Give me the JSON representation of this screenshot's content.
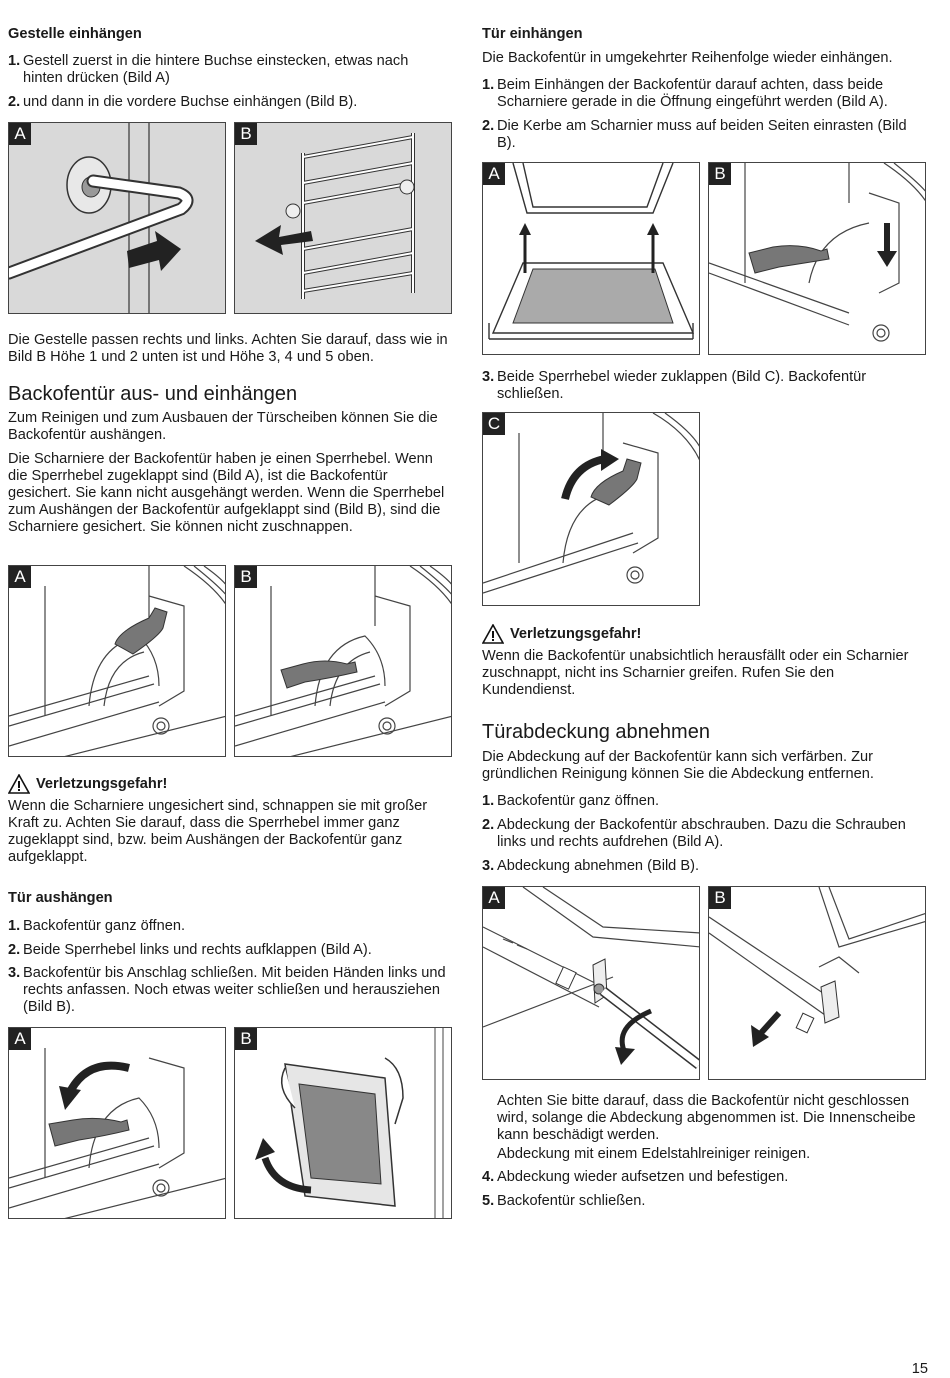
{
  "left": {
    "racks_heading": "Gestelle einhängen",
    "racks_steps": [
      {
        "n": "1.",
        "text": "Gestell zuerst in die hintere Buchse einstecken, etwas nach hinten drücken (Bild A)"
      },
      {
        "n": "2.",
        "text": "und dann in die vordere Buchse einhängen (Bild B)."
      }
    ],
    "racks_note": "Die Gestelle passen rechts und links. Achten Sie darauf, dass wie in Bild B Höhe 1 und 2 unten ist und Höhe 3, 4 und 5 oben.",
    "door_heading": "Backofentür aus- und einhängen",
    "door_intro": "Zum Reinigen und zum Ausbauen der Türscheiben können Sie die Backofentür aushängen.",
    "door_hinges": "Die Scharniere der Backofentür haben je einen Sperrhebel. Wenn die Sperrhebel zugeklappt sind (Bild A), ist die Backofentür gesichert. Sie kann nicht ausgehängt werden. Wenn die Sperrhebel zum Aushängen der Backofentür aufgeklappt sind (Bild B), sind die Scharniere gesichert. Sie können nicht zuschnappen.",
    "warning_title": "Verletzungsgefahr!",
    "warning_text": "Wenn die Scharniere ungesichert sind, schnappen sie mit großer Kraft zu. Achten Sie darauf, dass die Sperrhebel immer ganz zugeklappt sind, bzw. beim Aushängen der Backofentür ganz aufgeklappt.",
    "remove_heading": "Tür aushängen",
    "remove_steps": [
      {
        "n": "1.",
        "text": "Backofentür ganz öffnen."
      },
      {
        "n": "2.",
        "text": "Beide Sperrhebel links und rechts aufklappen (Bild A)."
      },
      {
        "n": "3.",
        "text": "Backofentür bis Anschlag schließen. Mit beiden Händen links und rechts anfassen. Noch etwas weiter schließen und herausziehen (Bild B)."
      }
    ]
  },
  "right": {
    "attach_heading": "Tür einhängen",
    "attach_intro": "Die Backofentür in umgekehrter Reihenfolge wieder einhängen.",
    "attach_steps": [
      {
        "n": "1.",
        "text": "Beim Einhängen der Backofentür darauf achten, dass beide Scharniere gerade in die Öffnung eingeführt werden (Bild A)."
      },
      {
        "n": "2.",
        "text": "Die Kerbe am Scharnier muss auf beiden Seiten einrasten (Bild B)."
      },
      {
        "n": "3.",
        "text": "Beide Sperrhebel wieder zuklappen (Bild C). Backofentür schließen."
      }
    ],
    "warning_title": "Verletzungsgefahr!",
    "warning_text": "Wenn die Backofentür unabsichtlich herausfällt oder ein Scharnier zuschnappt, nicht ins Scharnier greifen. Rufen Sie den Kundendienst.",
    "cover_heading": "Türabdeckung abnehmen",
    "cover_intro": "Die Abdeckung auf der Backofentür kann sich verfärben. Zur gründlichen Reinigung können Sie die Abdeckung entfernen.",
    "cover_steps": [
      {
        "n": "1.",
        "text": "Backofentür ganz öffnen."
      },
      {
        "n": "2.",
        "text": "Abdeckung der Backofentür abschrauben. Dazu die Schrauben links und rechts aufdrehen (Bild A)."
      },
      {
        "n": "3.",
        "text": "Abdeckung abnehmen (Bild B)."
      }
    ],
    "cover_note1": "Achten Sie bitte darauf, dass die Backofentür nicht geschlossen wird, solange die Abdeckung abgenommen ist. Die Innenscheibe kann beschädigt werden.",
    "cover_note2": "Abdeckung mit einem Edelstahlreiniger reinigen.",
    "cover_steps2": [
      {
        "n": "4.",
        "text": "Abdeckung wieder aufsetzen und befestigen."
      },
      {
        "n": "5.",
        "text": "Backofentür schließen."
      }
    ]
  },
  "figure_labels": {
    "a": "A",
    "b": "B",
    "c": "C"
  },
  "page_number": "15"
}
